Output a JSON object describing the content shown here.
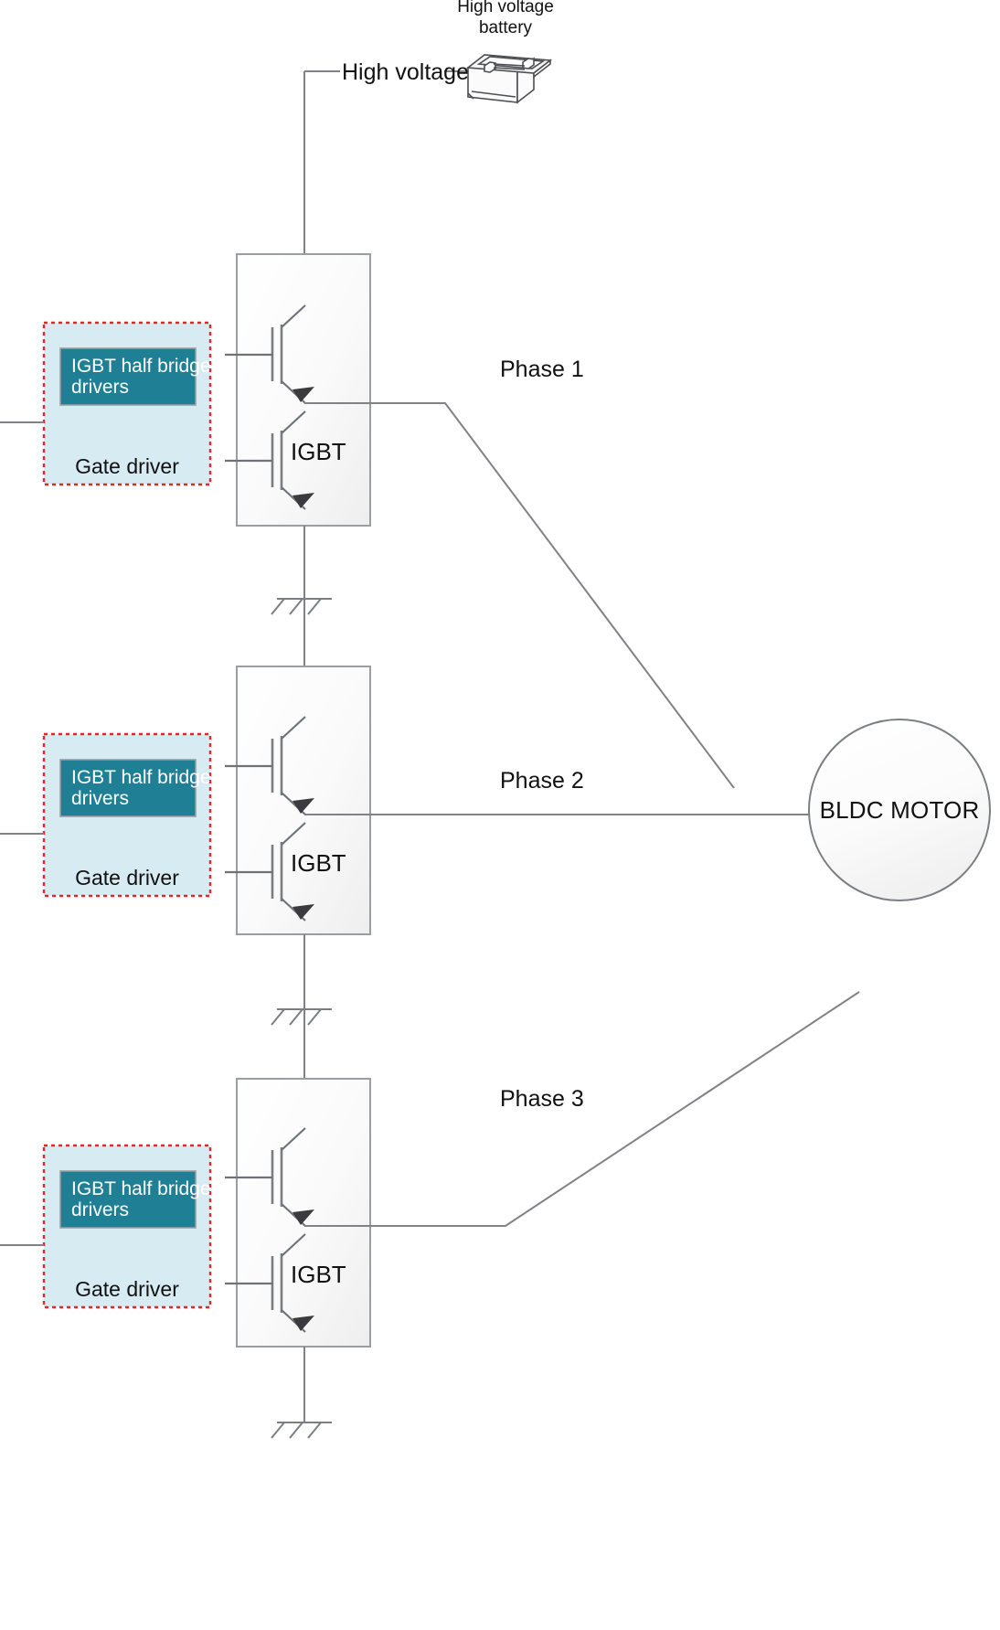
{
  "diagram": {
    "title_text_present": false,
    "labels": {
      "high_voltage": "High voltage",
      "battery_line1": "High voltage",
      "battery_line2": "battery",
      "motor": "BLDC MOTOR",
      "igbt": "IGBT",
      "gate_driver": "Gate driver",
      "driver_block_line1": "IGBT half bridge",
      "driver_block_line2": "drivers",
      "phase_1": "Phase 1",
      "phase_2": "Phase 2",
      "phase_3": "Phase 3"
    },
    "icons": {
      "battery": "car-battery-icon",
      "ground": "ground-symbol-icon",
      "transistor": "igbt-transistor-icon"
    },
    "colors": {
      "driver_block_fill": "#1f7f95",
      "gate_driver_fill": "#d7ebf3",
      "gate_driver_border": "#e8232a",
      "half_bridge_fill": "#f7f7f7",
      "half_bridge_border": "#9b9ea1",
      "wire": "#808285",
      "motor_fill": "#fbfbfb",
      "motor_border": "#7b7e82",
      "text": "#111111",
      "driver_text": "#ffffff"
    },
    "phases": [
      {
        "id": "phase-1",
        "label": "Phase 1",
        "igbt_label": "IGBT",
        "gate_driver_label": "Gate driver",
        "driver_block_line1": "IGBT half bridge",
        "driver_block_line2": "drivers"
      },
      {
        "id": "phase-2",
        "label": "Phase 2",
        "igbt_label": "IGBT",
        "gate_driver_label": "Gate driver",
        "driver_block_line1": "IGBT half bridge",
        "driver_block_line2": "drivers"
      },
      {
        "id": "phase-3",
        "label": "Phase 3",
        "igbt_label": "IGBT",
        "gate_driver_label": "Gate driver",
        "driver_block_line1": "IGBT half bridge",
        "driver_block_line2": "drivers"
      }
    ]
  }
}
